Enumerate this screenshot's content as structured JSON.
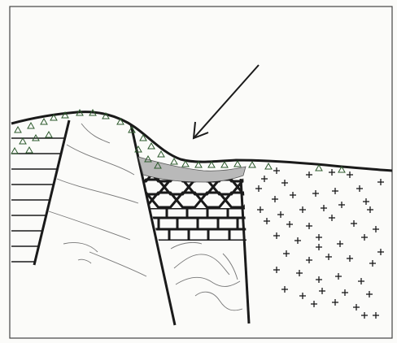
{
  "diagram": {
    "kind": "geological-cross-section",
    "text_labels": [],
    "colors": {
      "background": "#fbfbf9",
      "line": "#1a1a1a",
      "thin_line": "#555555",
      "breccia_fill": "#b9b9b9",
      "triangle_marks": "#2d5a2d",
      "plus_marks": "#1a1a1a"
    },
    "units": [
      "frame",
      "hatched-block",
      "weathering-mantle",
      "faulted-wedge",
      "breccia-layer",
      "hexagonal-unit",
      "brick-unit",
      "wavy-unit",
      "plus-granite",
      "arrow"
    ]
  }
}
